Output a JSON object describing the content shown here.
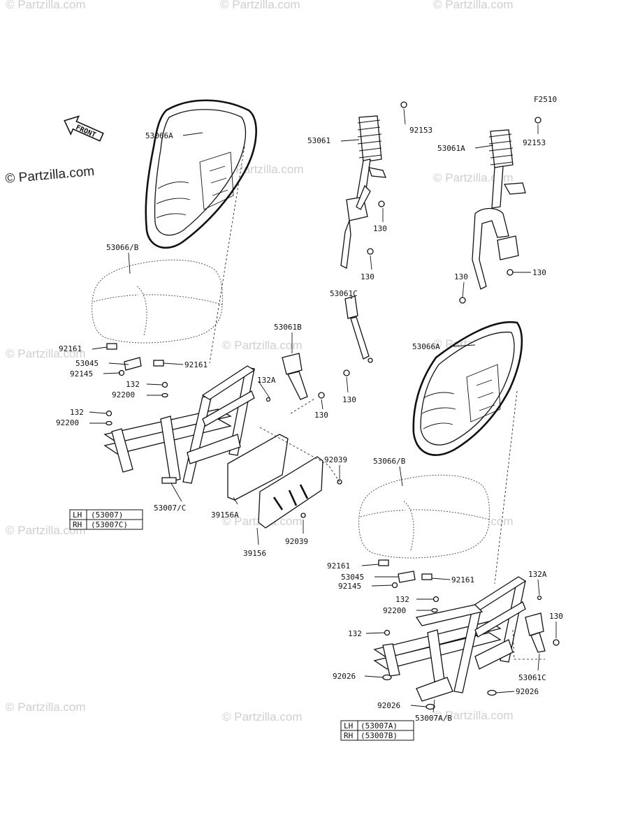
{
  "watermark": {
    "text": "© Partzilla.com",
    "main_text": "© Partzilla.com"
  },
  "diagram_code": "F2510",
  "front_label": "FRONT",
  "labels": {
    "l_53066A_1": "53066A",
    "l_53066B_1": "53066/B",
    "l_92161_1a": "92161",
    "l_53045_1": "53045",
    "l_92145_1": "92145",
    "l_92161_1b": "92161",
    "l_132_1a": "132",
    "l_92200_1a": "92200",
    "l_132_1b": "132",
    "l_92200_1b": "92200",
    "l_53007C": "53007/C",
    "l_53061": "53061",
    "l_92153_1": "92153",
    "l_130_1a": "130",
    "l_130_1b": "130",
    "l_53061C_top": "53061C",
    "l_53061B": "53061B",
    "l_132A_1": "132A",
    "l_130_1c": "130",
    "l_130_1d": "130",
    "l_92039_1": "92039",
    "l_39156A": "39156A",
    "l_92039_2": "92039",
    "l_39156": "39156",
    "l_53061A": "53061A",
    "l_92153_2": "92153",
    "l_130_2a": "130",
    "l_130_2b": "130",
    "l_53066A_2": "53066A",
    "l_53066B_2": "53066/B",
    "l_92161_2a": "92161",
    "l_53045_2": "53045",
    "l_92145_2": "92145",
    "l_92161_2b": "92161",
    "l_132_2a": "132",
    "l_92200_2": "92200",
    "l_132_2b": "132",
    "l_132A_2": "132A",
    "l_130_2c": "130",
    "l_53061C_bot": "53061C",
    "l_92026_a": "92026",
    "l_92026_b": "92026",
    "l_92026_c": "92026",
    "l_53007AB": "53007A/B"
  },
  "tables": {
    "left": {
      "lh": "LH",
      "lh_part": "(53007)",
      "rh": "RH",
      "rh_part": "(53007C)"
    },
    "right": {
      "lh": "LH",
      "lh_part": "(53007A)",
      "rh": "RH",
      "rh_part": "(53007B)"
    }
  }
}
